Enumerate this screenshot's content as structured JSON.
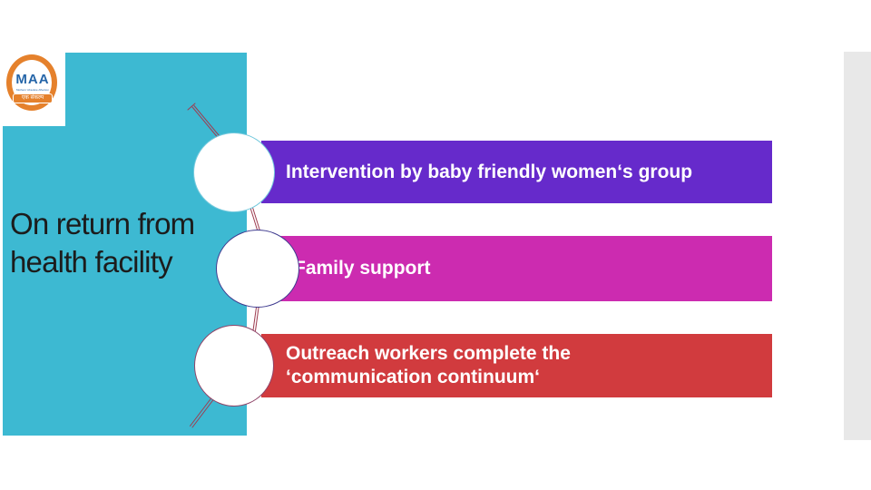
{
  "slide": {
    "logo": {
      "acronym": "MAA",
      "tagline": "Mothers' Absolute Affection",
      "banner": "एक संकल्प"
    },
    "title": {
      "lines": [
        "On return from",
        "health facility"
      ]
    },
    "bars": [
      {
        "color": "#662acb",
        "lines": [
          "Intervention by baby friendly women‘s group"
        ]
      },
      {
        "color": "#cc2bb0",
        "lines": [
          "Family support"
        ]
      },
      {
        "color": "#d13b3e",
        "lines": [
          "Outreach workers complete the",
          "‘communication continuum‘"
        ]
      }
    ],
    "colors": {
      "panel_teal": "#3db9d2",
      "side_strip_gray": "#e8e8e8",
      "connector_line": "#9e3c50",
      "logo_orange": "#e5812c",
      "logo_blue": "#2565a8",
      "title_text": "#1c1c1c",
      "bar_text": "#ffffff"
    }
  }
}
